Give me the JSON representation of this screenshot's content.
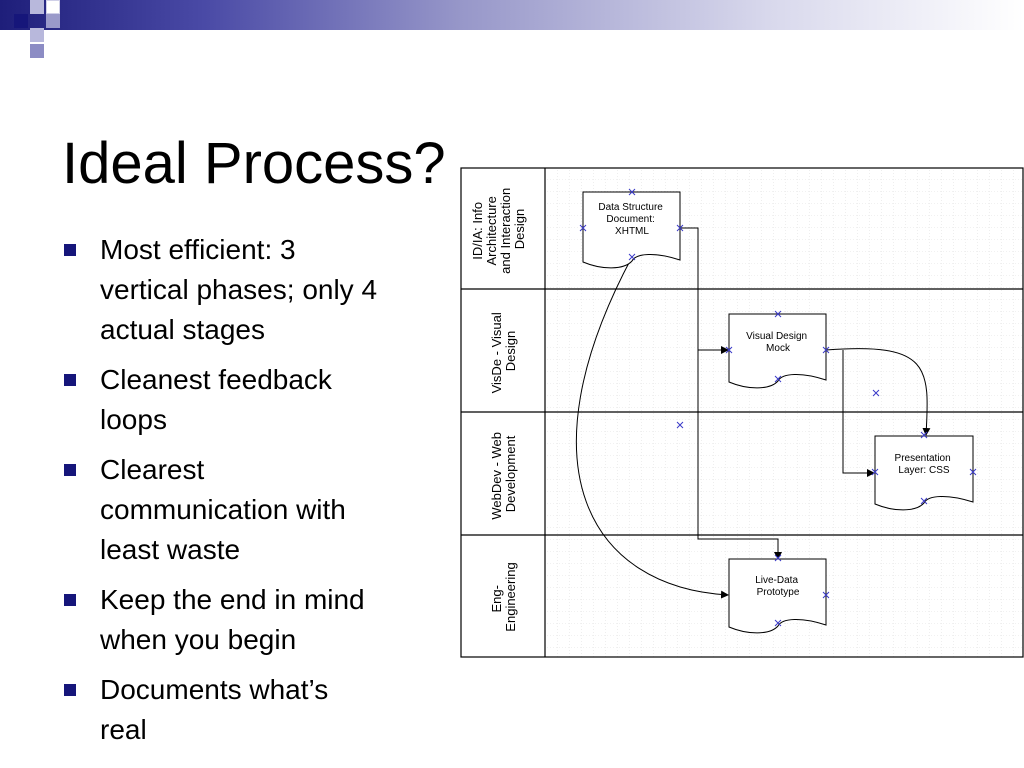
{
  "slide": {
    "title": "Ideal Process?"
  },
  "bullets": [
    [
      "Most efficient: 3",
      "vertical phases; only 4",
      "actual stages"
    ],
    [
      "Cleanest feedback",
      "loops"
    ],
    [
      "Clearest",
      "communication with",
      "least waste"
    ],
    [
      "Keep the end in mind",
      "when you begin"
    ],
    [
      "Documents what’s",
      "real"
    ]
  ],
  "diagram": {
    "lanes": [
      {
        "label_lines": [
          "ID/IA: Info",
          "Architecture",
          "and Interaction",
          "Design"
        ]
      },
      {
        "label_lines": [
          "VisDe - Visual",
          "Design"
        ]
      },
      {
        "label_lines": [
          "WebDev - Web",
          "Development"
        ]
      },
      {
        "label_lines": [
          "Eng-",
          "Engineering"
        ]
      }
    ],
    "documents": [
      {
        "id": "data-structure-document",
        "lines": [
          "Data Structure",
          "Document:",
          "XHTML"
        ]
      },
      {
        "id": "visual-design-mock",
        "lines": [
          "Visual Design",
          "Mock"
        ]
      },
      {
        "id": "presentation-layer",
        "lines": [
          "Presentation",
          "Layer: CSS"
        ]
      },
      {
        "id": "live-data-prototype",
        "lines": [
          "Live-Data",
          "Prototype"
        ]
      }
    ]
  },
  "colors": {
    "bullet": "#16167a",
    "connector_mark": "#3a3ac8",
    "grid": "#c8c8c8",
    "line": "#000000"
  }
}
